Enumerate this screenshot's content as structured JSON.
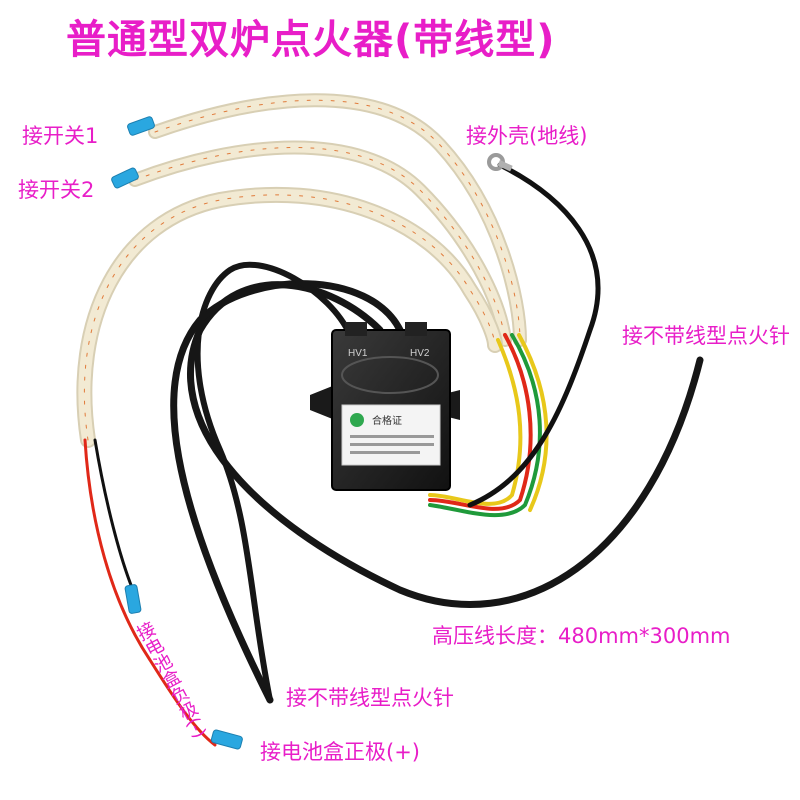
{
  "title": "普通型双炉点火器(带线型)",
  "labels": {
    "switch1": "接开关1",
    "switch2": "接开关2",
    "ground": "接外壳(地线)",
    "needle_right": "接不带线型点火针",
    "needle_bottom": "接不带线型点火针",
    "hv_length": "高压线长度：480mm*300mm",
    "battery_negative": "接电池盒负极(-)",
    "battery_positive": "接电池盒正极(+)"
  },
  "device": {
    "hv_left": "HV1",
    "hv_right": "HV2",
    "cert_text": "合格证"
  },
  "colors": {
    "label_text": "#e81ec8",
    "device_body": "#1c1c1c",
    "insulation": "#efe6cc",
    "terminal_blue": "#2aa7e0",
    "wire_red": "#e02818",
    "wire_green": "#1f9a3a",
    "wire_yellow": "#e8c81a"
  }
}
